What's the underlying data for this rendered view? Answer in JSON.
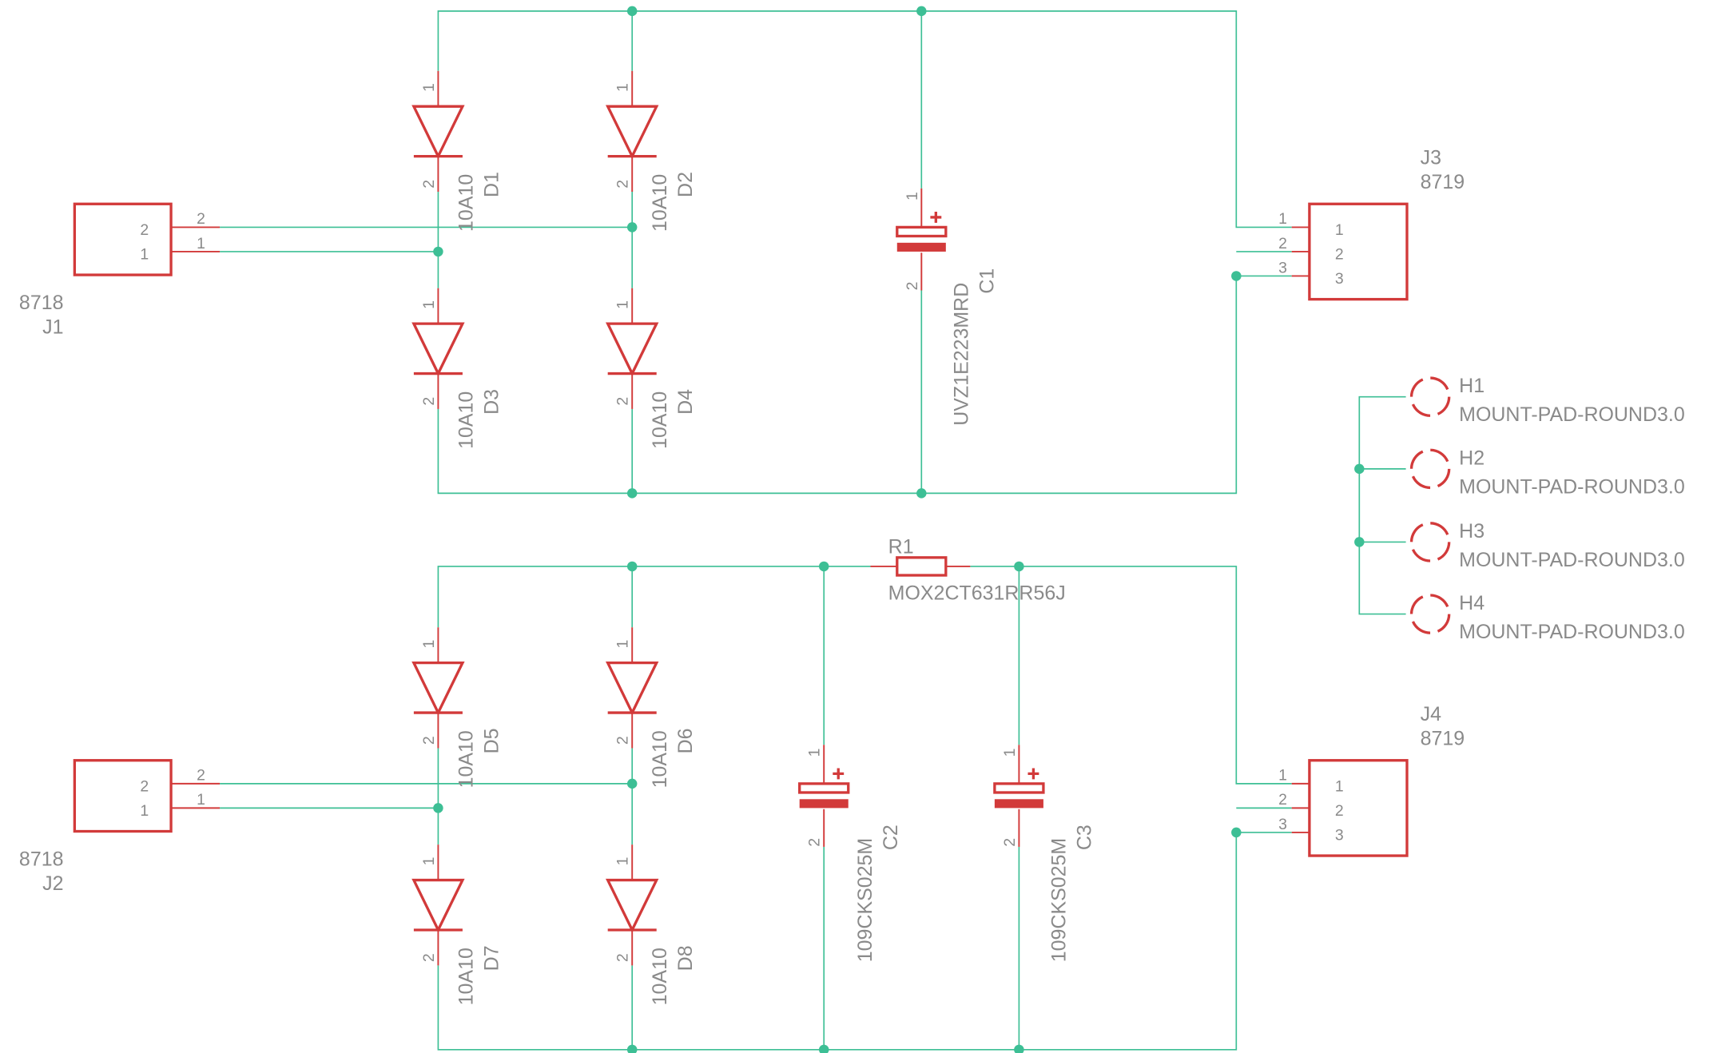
{
  "colors": {
    "wire": "#3dbf95",
    "symbol": "#d23a3a",
    "text": "#8a8a8a",
    "background": "#ffffff"
  },
  "pins": {
    "one": "1",
    "two": "2",
    "three": "3"
  },
  "connectors": {
    "J1": {
      "name": "J1",
      "value": "8718"
    },
    "J2": {
      "name": "J2",
      "value": "8718"
    },
    "J3": {
      "name": "J3",
      "value": "8719"
    },
    "J4": {
      "name": "J4",
      "value": "8719"
    }
  },
  "diodes": {
    "D1": {
      "name": "D1",
      "value": "10A10"
    },
    "D2": {
      "name": "D2",
      "value": "10A10"
    },
    "D3": {
      "name": "D3",
      "value": "10A10"
    },
    "D4": {
      "name": "D4",
      "value": "10A10"
    },
    "D5": {
      "name": "D5",
      "value": "10A10"
    },
    "D6": {
      "name": "D6",
      "value": "10A10"
    },
    "D7": {
      "name": "D7",
      "value": "10A10"
    },
    "D8": {
      "name": "D8",
      "value": "10A10"
    }
  },
  "capacitors": {
    "C1": {
      "name": "C1",
      "value": "UVZ1E223MRD"
    },
    "C2": {
      "name": "C2",
      "value": "109CKS025M"
    },
    "C3": {
      "name": "C3",
      "value": "109CKS025M"
    }
  },
  "resistor": {
    "name": "R1",
    "value": "MOX2CT631RR56J"
  },
  "mounting_holes": {
    "H1": {
      "name": "H1",
      "value": "MOUNT-PAD-ROUND3.0"
    },
    "H2": {
      "name": "H2",
      "value": "MOUNT-PAD-ROUND3.0"
    },
    "H3": {
      "name": "H3",
      "value": "MOUNT-PAD-ROUND3.0"
    },
    "H4": {
      "name": "H4",
      "value": "MOUNT-PAD-ROUND3.0"
    }
  }
}
